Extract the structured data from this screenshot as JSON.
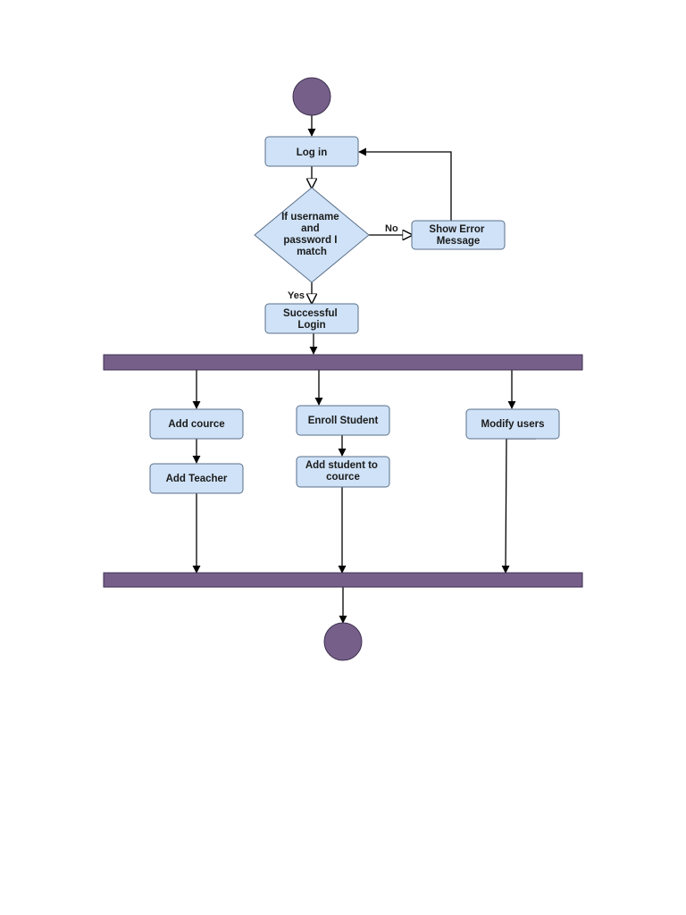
{
  "diagram": {
    "colors": {
      "node_fill": "#cfe2f7",
      "node_stroke": "#5a6f88",
      "bar_fill": "#76608a",
      "terminal_fill": "#76608a",
      "line": "#000000"
    },
    "nodes": {
      "login": "Log in",
      "decision": [
        "If username",
        "and",
        "password I",
        "match"
      ],
      "error": [
        "Show Error",
        "Message"
      ],
      "success": [
        "Successful",
        "Login"
      ],
      "add_cource": "Add cource",
      "add_teacher": "Add Teacher",
      "enroll_student": "Enroll Student",
      "add_student": [
        "Add student to",
        "cource"
      ],
      "modify_users": "Modify users"
    },
    "edge_labels": {
      "no": "No",
      "yes": "Yes"
    }
  }
}
